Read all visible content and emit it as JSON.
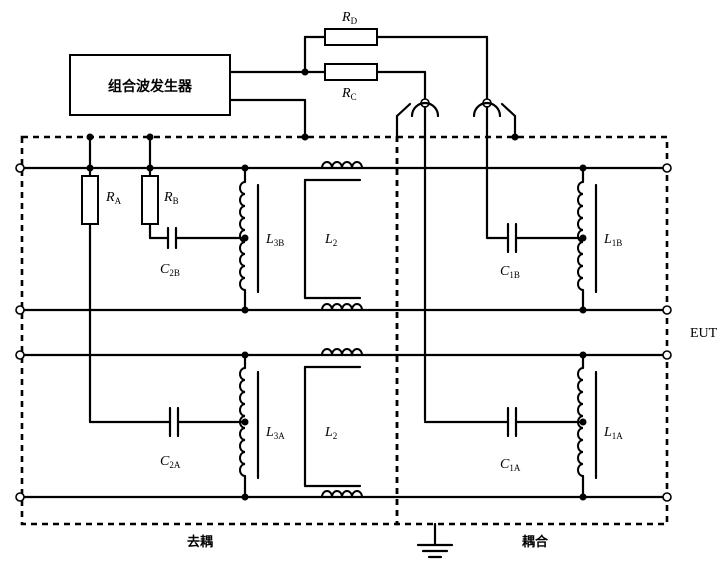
{
  "generator": {
    "label": "组合波发生器"
  },
  "sections": {
    "decoupling": "去耦",
    "coupling": "耦合"
  },
  "eut_label": "EUT",
  "components": {
    "RD": {
      "main": "R",
      "sub": "D"
    },
    "RC": {
      "main": "R",
      "sub": "C"
    },
    "RA": {
      "main": "R",
      "sub": "A"
    },
    "RB": {
      "main": "R",
      "sub": "B"
    },
    "C2B": {
      "main": "C",
      "sub": "2B"
    },
    "C2A": {
      "main": "C",
      "sub": "2A"
    },
    "L3B": {
      "main": "L",
      "sub": "3B"
    },
    "L3A": {
      "main": "L",
      "sub": "3A"
    },
    "L2_top": {
      "main": "L",
      "sub": "2"
    },
    "L2_bottom": {
      "main": "L",
      "sub": "2"
    },
    "C1B": {
      "main": "C",
      "sub": "1B"
    },
    "C1A": {
      "main": "C",
      "sub": "1A"
    },
    "L1B": {
      "main": "L",
      "sub": "1B"
    },
    "L1A": {
      "main": "L",
      "sub": "1A"
    }
  }
}
